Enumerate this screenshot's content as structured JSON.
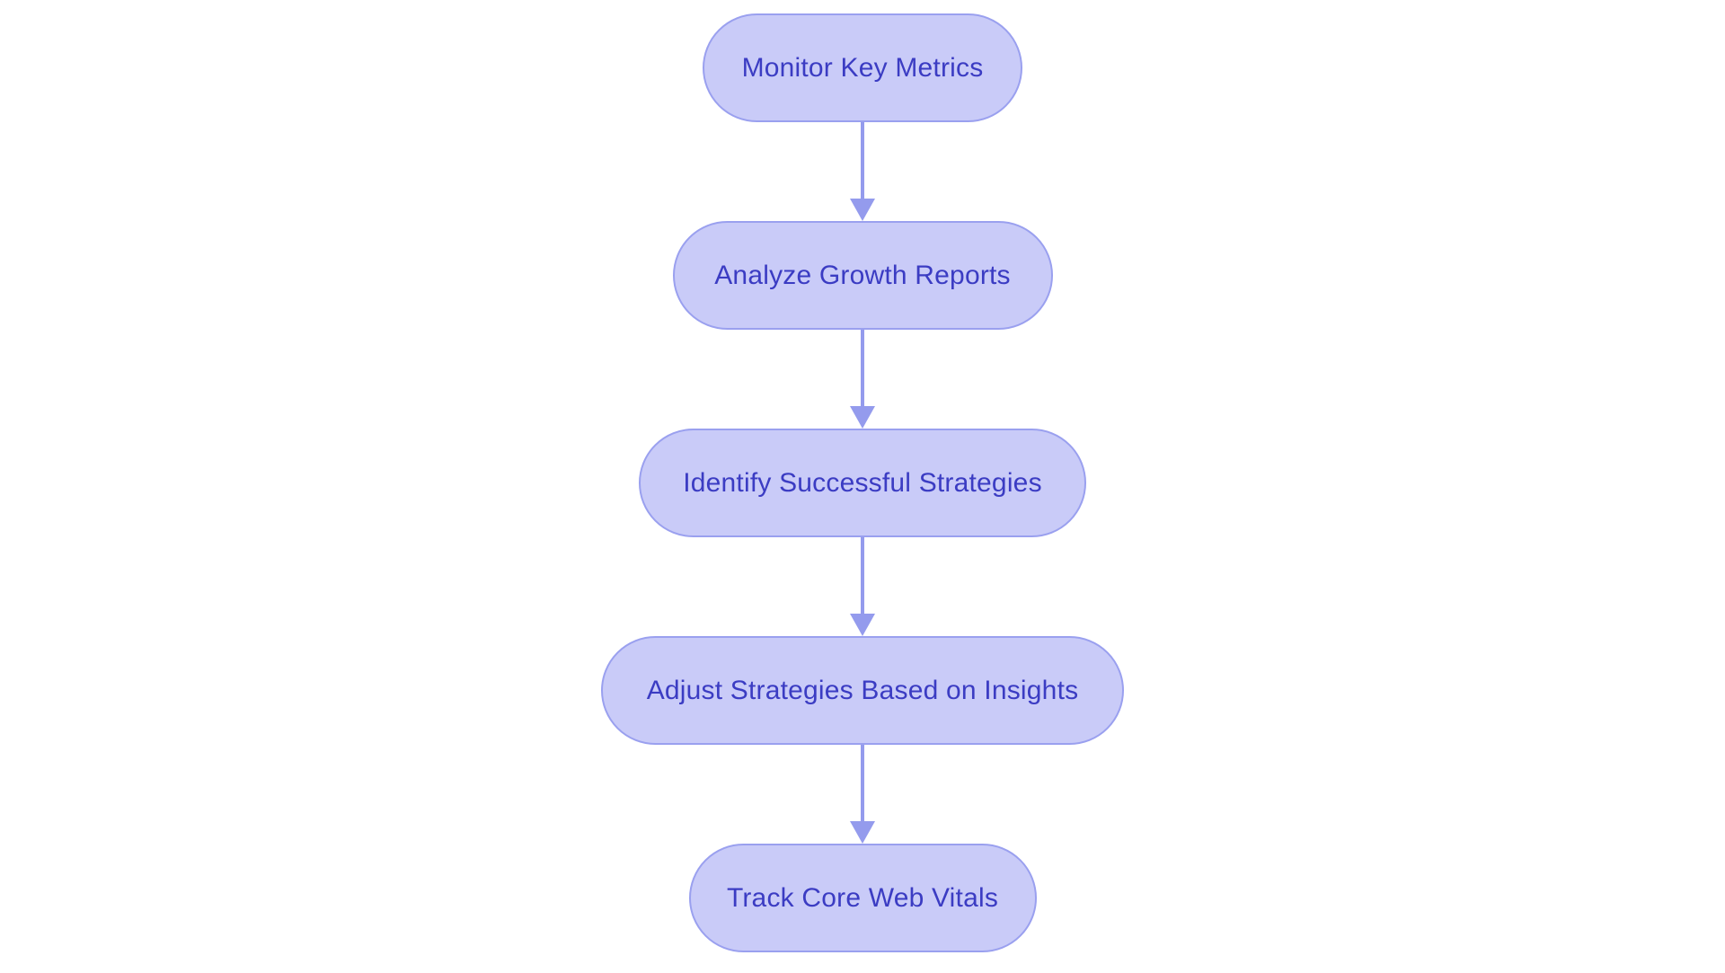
{
  "diagram": {
    "type": "flowchart",
    "direction": "top-down",
    "colors": {
      "background": "#ffffff",
      "node_fill": "#c9cbf8",
      "node_border": "#9aa0ef",
      "text": "#3b3cc3",
      "arrow": "#949bed"
    },
    "nodes": [
      {
        "id": "n1",
        "label": "Monitor Key Metrics"
      },
      {
        "id": "n2",
        "label": "Analyze Growth Reports"
      },
      {
        "id": "n3",
        "label": "Identify Successful Strategies"
      },
      {
        "id": "n4",
        "label": "Adjust Strategies Based on Insights"
      },
      {
        "id": "n5",
        "label": "Track Core Web Vitals"
      }
    ],
    "edges": [
      {
        "from": "n1",
        "to": "n2"
      },
      {
        "from": "n2",
        "to": "n3"
      },
      {
        "from": "n3",
        "to": "n4"
      },
      {
        "from": "n4",
        "to": "n5"
      }
    ]
  }
}
